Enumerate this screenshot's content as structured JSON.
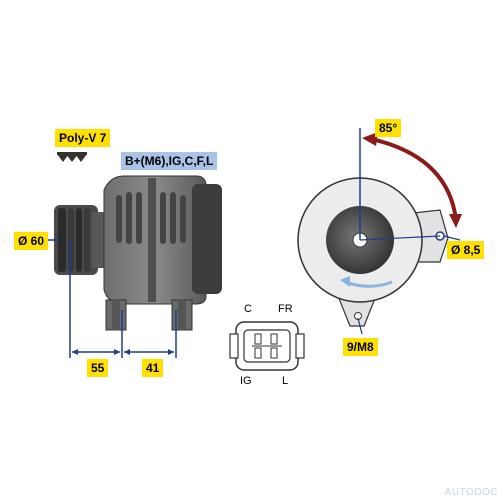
{
  "labels": {
    "belt_type": "Poly-V 7",
    "terminals": "B+(M6),IG,C,F,L",
    "pulley_diameter": "Ø 60",
    "dimension_left": "55",
    "dimension_right": "41",
    "angle": "85°",
    "mount_hole": "Ø 8,5",
    "thread": "9/M8"
  },
  "connector": {
    "pin_top_left": "C",
    "pin_top_right": "FR",
    "pin_bottom_left": "IG",
    "pin_bottom_right": "L"
  },
  "watermark": "AUTODOC",
  "colors": {
    "label_yellow": "#ffe000",
    "label_blue": "#a9c3e6",
    "dimension_blue": "#1f3d8a",
    "angle_red": "#8b1a1a",
    "body_dark": "#555555",
    "body_light": "#777777"
  }
}
